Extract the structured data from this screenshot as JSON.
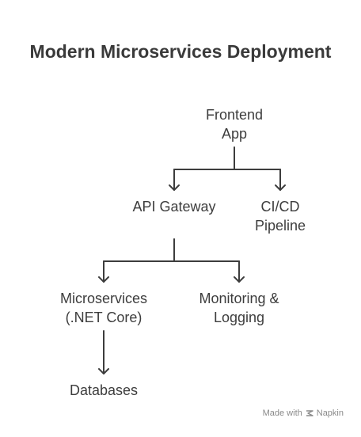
{
  "diagram": {
    "title": "Modern Microservices Deployment",
    "nodes": {
      "frontend": "Frontend\nApp",
      "gateway": "API Gateway",
      "cicd": "CI/CD\nPipeline",
      "microservices": "Microservices\n(.NET Core)",
      "monitoring": "Monitoring &\nLogging",
      "databases": "Databases"
    }
  },
  "footer": {
    "made_with": "Made with",
    "brand": "Napkin",
    "brand_icon": "napkin-logo-icon"
  },
  "colors": {
    "text": "#3d3d3d",
    "line": "#3d3d3d",
    "footer": "#8a8a8a"
  }
}
